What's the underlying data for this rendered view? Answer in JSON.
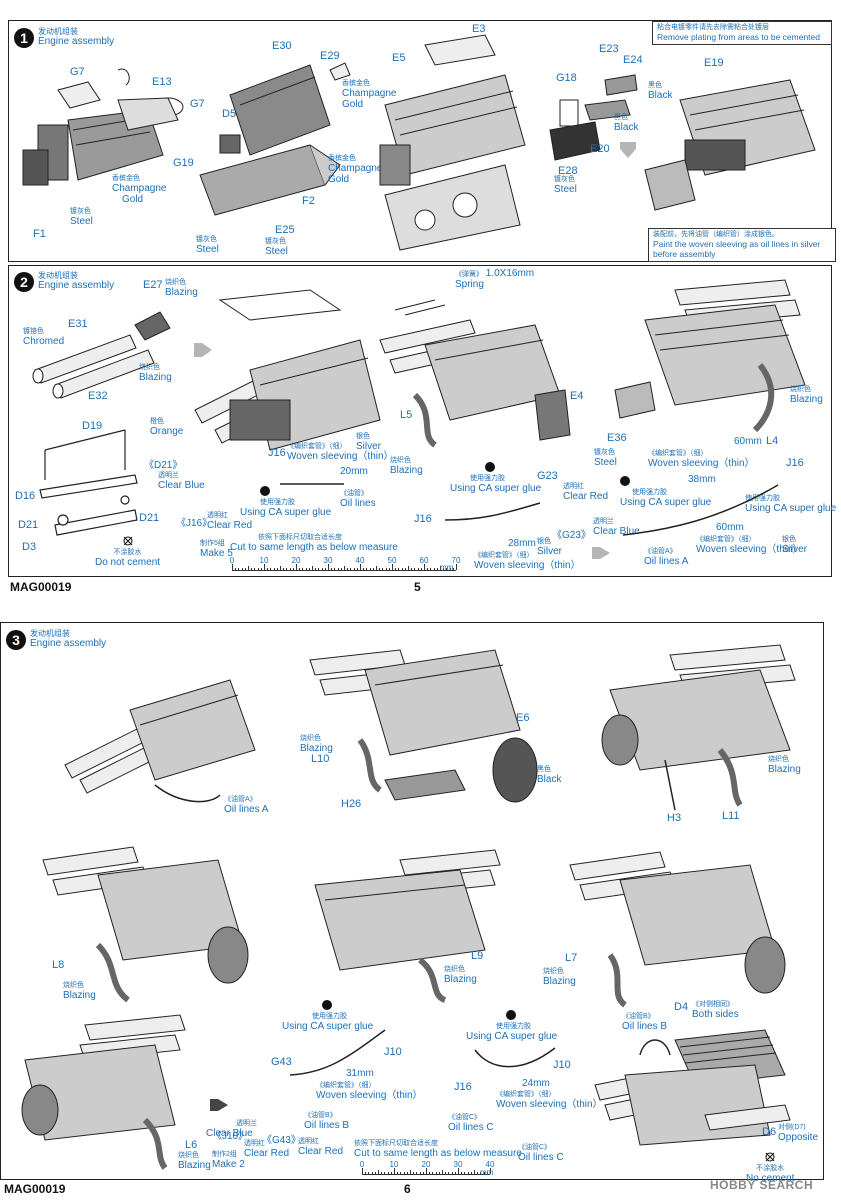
{
  "page_top": {
    "step1": {
      "num": "1",
      "title_cn": "发动机组装",
      "title_en": "Engine assembly",
      "note_cement_cn": "粘合电镀零件请先去除需粘合处镀层",
      "note_cement_en": "Remove plating from areas to be cemented",
      "note_sleeve_cn": "装配前，先将油管（编织管）涂成银色。",
      "note_sleeve_en1": "Paint the woven sleeving as oil lines in silver",
      "note_sleeve_en2": "before assembly",
      "parts": {
        "G7a": "G7",
        "E13": "E13",
        "G7b": "G7",
        "F1": "F1",
        "G19": "G19",
        "E30": "E30",
        "E29": "E29",
        "D5": "D5",
        "F2": "F2",
        "E25": "E25",
        "E3": "E3",
        "E5": "E5",
        "E23": "E23",
        "E24": "E24",
        "G18": "G18",
        "E28": "E28",
        "E20": "E20",
        "E19": "E19"
      },
      "colors": {
        "champagne_cn": "香槟金色",
        "champagne_en1": "Champagne",
        "champagne_en2": "Gold",
        "steel_cn": "镀灰色",
        "steel_en": "Steel",
        "black_cn": "黑色",
        "black_en": "Black"
      }
    },
    "step2": {
      "num": "2",
      "title_cn": "发动机组装",
      "title_en": "Engine assembly",
      "parts": {
        "E27": "E27",
        "E31": "E31",
        "E32": "E32",
        "D19": "D19",
        "D16": "D16",
        "D21a": "D21",
        "D21b": "D21",
        "D3": "D3",
        "D21c": "《D21》",
        "J16a": "《J16》",
        "J16b": "J16",
        "J16c": "J16",
        "J16d": "J16",
        "L5": "L5",
        "E4": "E4",
        "E36": "E36",
        "L4": "L4",
        "G23": "G23",
        "G23b": "《G23》"
      },
      "blazing_cn": "烧织色",
      "blazing_en": "Blazing",
      "chromed_cn": "镀铬色",
      "chromed_en": "Chromed",
      "orange_cn": "橙色",
      "orange_en": "Orange",
      "clear_blue_cn": "透明兰",
      "clear_blue_en": "Clear Blue",
      "clear_red_cn": "透明红",
      "clear_red_en": "Clear Red",
      "make5_cn": "制作5组",
      "make5_en": "Make 5",
      "no_cement_cn": "不涂胶水",
      "no_cement_en": "Do not cement",
      "sleeve_cn": "《编织套管》（细）",
      "sleeve_en": "Woven sleeving（thin）",
      "silver_cn": "银色",
      "silver_en": "Silver",
      "glue_cn": "使用强力胶",
      "glue_en": "Using CA super glue",
      "oil_cn": "《油管》",
      "oil_en": "Oil lines",
      "oilA_cn": "《油管A》",
      "oilA_en": "Oil lines A",
      "spring_cn": "《弹簧》",
      "spring_en": "Spring",
      "spring_size": "1.0X16mm",
      "len20": "20mm",
      "len28": "28mm",
      "len38": "38mm",
      "len60": "60mm",
      "len60b": "60mm",
      "cut_cn": "依照下面标尺切取合适长度",
      "cut_en": "Cut to same length as below measure",
      "ruler_unit": "mm",
      "ruler_ticks": [
        "0",
        "10",
        "20",
        "30",
        "40",
        "50",
        "60",
        "70"
      ]
    },
    "footer_code": "MAG00019",
    "page_number": "5"
  },
  "page_bottom": {
    "step3": {
      "num": "3",
      "title_cn": "发动机组装",
      "title_en": "Engine assembly",
      "parts": {
        "L10": "L10",
        "E6": "E6",
        "H26": "H26",
        "H3": "H3",
        "L11": "L11",
        "L8": "L8",
        "L9": "L9",
        "L7": "L7",
        "G43": "G43",
        "J10a": "J10",
        "J10b": "J10",
        "J16": "J16",
        "L6": "L6",
        "D4": "D4",
        "D6": "D6",
        "J10c": "《J10》",
        "G43b": "《G43》"
      },
      "oilA_cn": "《油管A》",
      "oilA_en": "Oil lines A",
      "oilB_cn": "《油管B》",
      "oilB_en": "Oil lines B",
      "oilC_cn": "《油管C》",
      "oilC_en": "Oil lines C",
      "blazing_cn": "烧织色",
      "blazing_en": "Blazing",
      "black_cn": "黑色",
      "black_en": "Black",
      "glue_cn": "使用强力胶",
      "glue_en": "Using CA super glue",
      "sleeve_cn": "《编织套管》（细）",
      "sleeve_en": "Woven sleeving（thin）",
      "len31": "31mm",
      "len24": "24mm",
      "clear_blue_cn": "透明兰",
      "clear_blue_en": "Clear Blue",
      "clear_red_cn": "透明红",
      "clear_red_en": "Clear Red",
      "make2_cn": "制作2组",
      "make2_en": "Make 2",
      "both_cn": "《对侧相同》",
      "both_en": "Both sides",
      "opposite_cn": "对侧(D7)",
      "opposite_en": "Opposite",
      "no_cement_cn": "不涂胶水",
      "no_cement_en": "No cement",
      "cut_cn": "依照下面标尺切取合适长度",
      "cut_en": "Cut to same length as below measure",
      "ruler_unit": "mm",
      "ruler_ticks": [
        "0",
        "10",
        "20",
        "30",
        "40"
      ]
    },
    "footer_code": "MAG00019",
    "page_number": "6",
    "watermark": "HOBBY SEARCH"
  },
  "colors": {
    "label_blue": "#1d6fb8",
    "line": "#222222",
    "gray": "#9a9a9a"
  }
}
